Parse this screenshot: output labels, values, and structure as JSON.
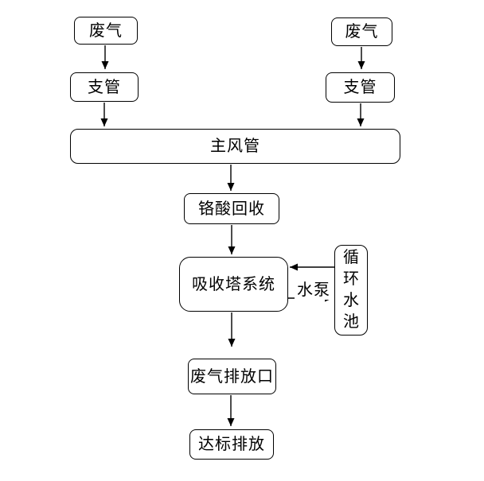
{
  "diagram": {
    "type": "flowchart",
    "colors": {
      "line": "#000000",
      "box_fill": "#ffffff",
      "text": "#000000"
    },
    "nodes": {
      "waste_gas_left": {
        "label": "废气"
      },
      "waste_gas_right": {
        "label": "废气"
      },
      "branch_pipe_left": {
        "label": "支管"
      },
      "branch_pipe_right": {
        "label": "支管"
      },
      "main_duct": {
        "label": "主风管"
      },
      "chromic_recovery": {
        "label": "铬酸回收"
      },
      "absorption_tower": {
        "label": "吸收塔系统"
      },
      "circulating_pool": {
        "label": "循环水池"
      },
      "gas_outlet": {
        "label": "废气排放口"
      },
      "compliant_discharge": {
        "label": "达标排放"
      }
    },
    "edge_labels": {
      "water_pump": {
        "label": "水泵"
      }
    },
    "edges": [
      {
        "from": "waste_gas_left",
        "to": "branch_pipe_left"
      },
      {
        "from": "waste_gas_right",
        "to": "branch_pipe_right"
      },
      {
        "from": "branch_pipe_left",
        "to": "main_duct"
      },
      {
        "from": "branch_pipe_right",
        "to": "main_duct"
      },
      {
        "from": "main_duct",
        "to": "chromic_recovery"
      },
      {
        "from": "chromic_recovery",
        "to": "absorption_tower"
      },
      {
        "from": "circulating_pool",
        "to": "absorption_tower"
      },
      {
        "from": "absorption_tower",
        "to": "circulating_pool",
        "label": "水泵"
      },
      {
        "from": "absorption_tower",
        "to": "gas_outlet"
      },
      {
        "from": "gas_outlet",
        "to": "compliant_discharge"
      }
    ]
  }
}
